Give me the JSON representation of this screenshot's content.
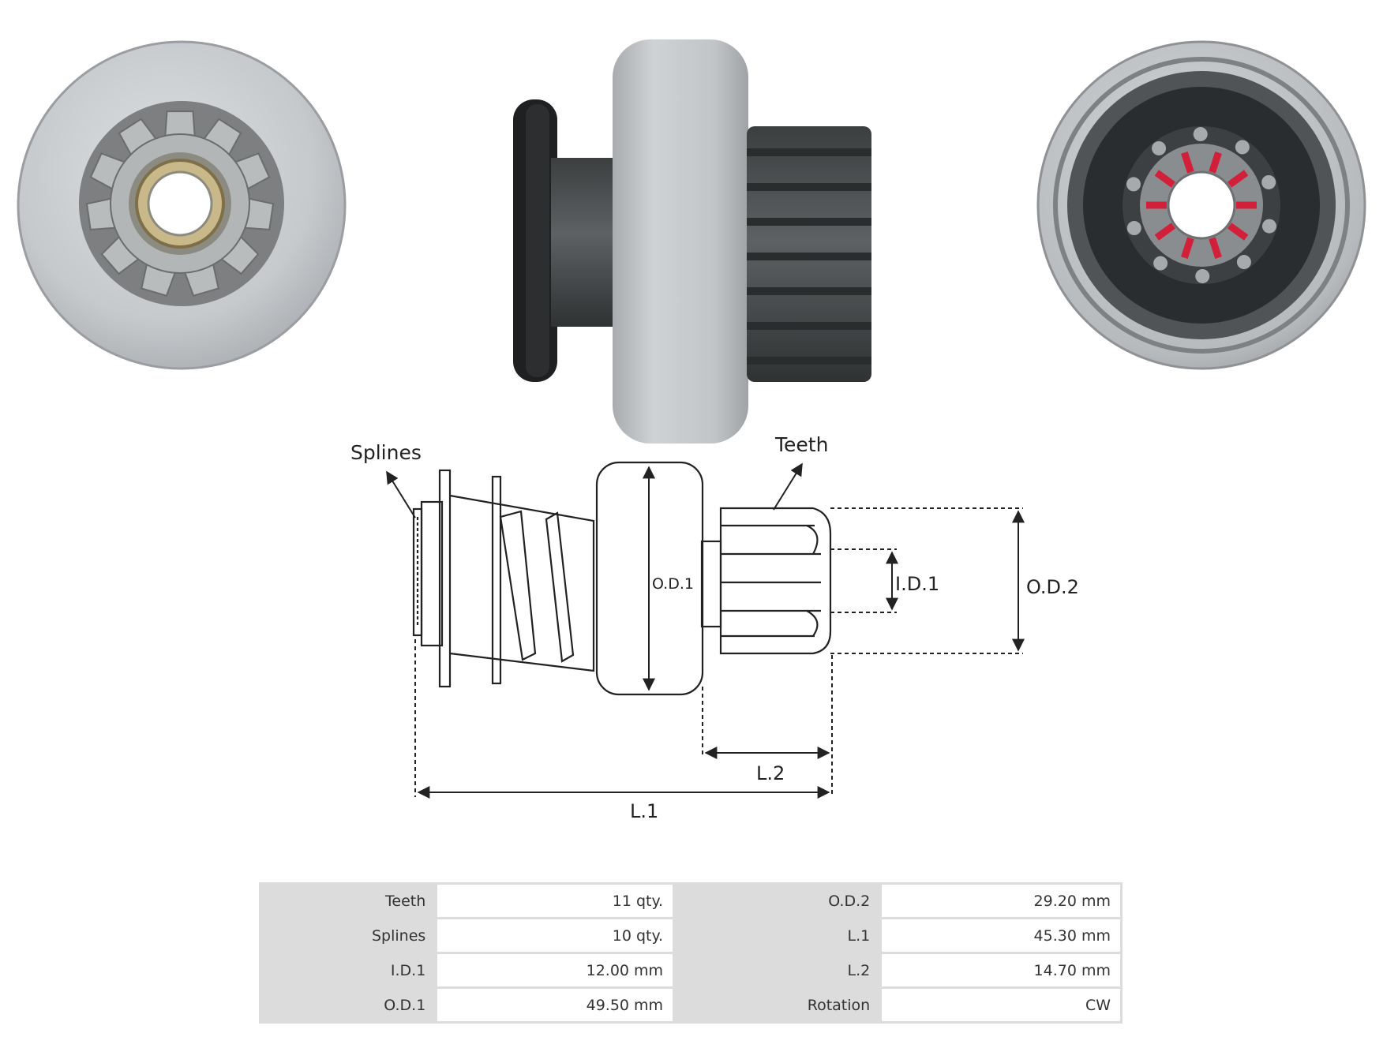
{
  "photos": [
    {
      "view": "front",
      "icon": "pinion-front-view-icon"
    },
    {
      "view": "side",
      "icon": "pinion-side-view-icon"
    },
    {
      "view": "rear",
      "icon": "pinion-rear-view-icon"
    }
  ],
  "diagram": {
    "labels": {
      "splines": "Splines",
      "teeth": "Teeth",
      "od1": "O.D.1",
      "id1": "I.D.1",
      "od2": "O.D.2",
      "l1": "L.1",
      "l2": "L.2"
    }
  },
  "specs": {
    "rows": [
      [
        {
          "label": "Teeth",
          "value": "11 qty."
        },
        {
          "label": "O.D.2",
          "value": "29.20 mm"
        }
      ],
      [
        {
          "label": "Splines",
          "value": "10 qty."
        },
        {
          "label": "L.1",
          "value": "45.30 mm"
        }
      ],
      [
        {
          "label": "I.D.1",
          "value": "12.00 mm"
        },
        {
          "label": "L.2",
          "value": "14.70 mm"
        }
      ],
      [
        {
          "label": "O.D.1",
          "value": "49.50 mm"
        },
        {
          "label": "Rotation",
          "value": "CW"
        }
      ]
    ]
  }
}
